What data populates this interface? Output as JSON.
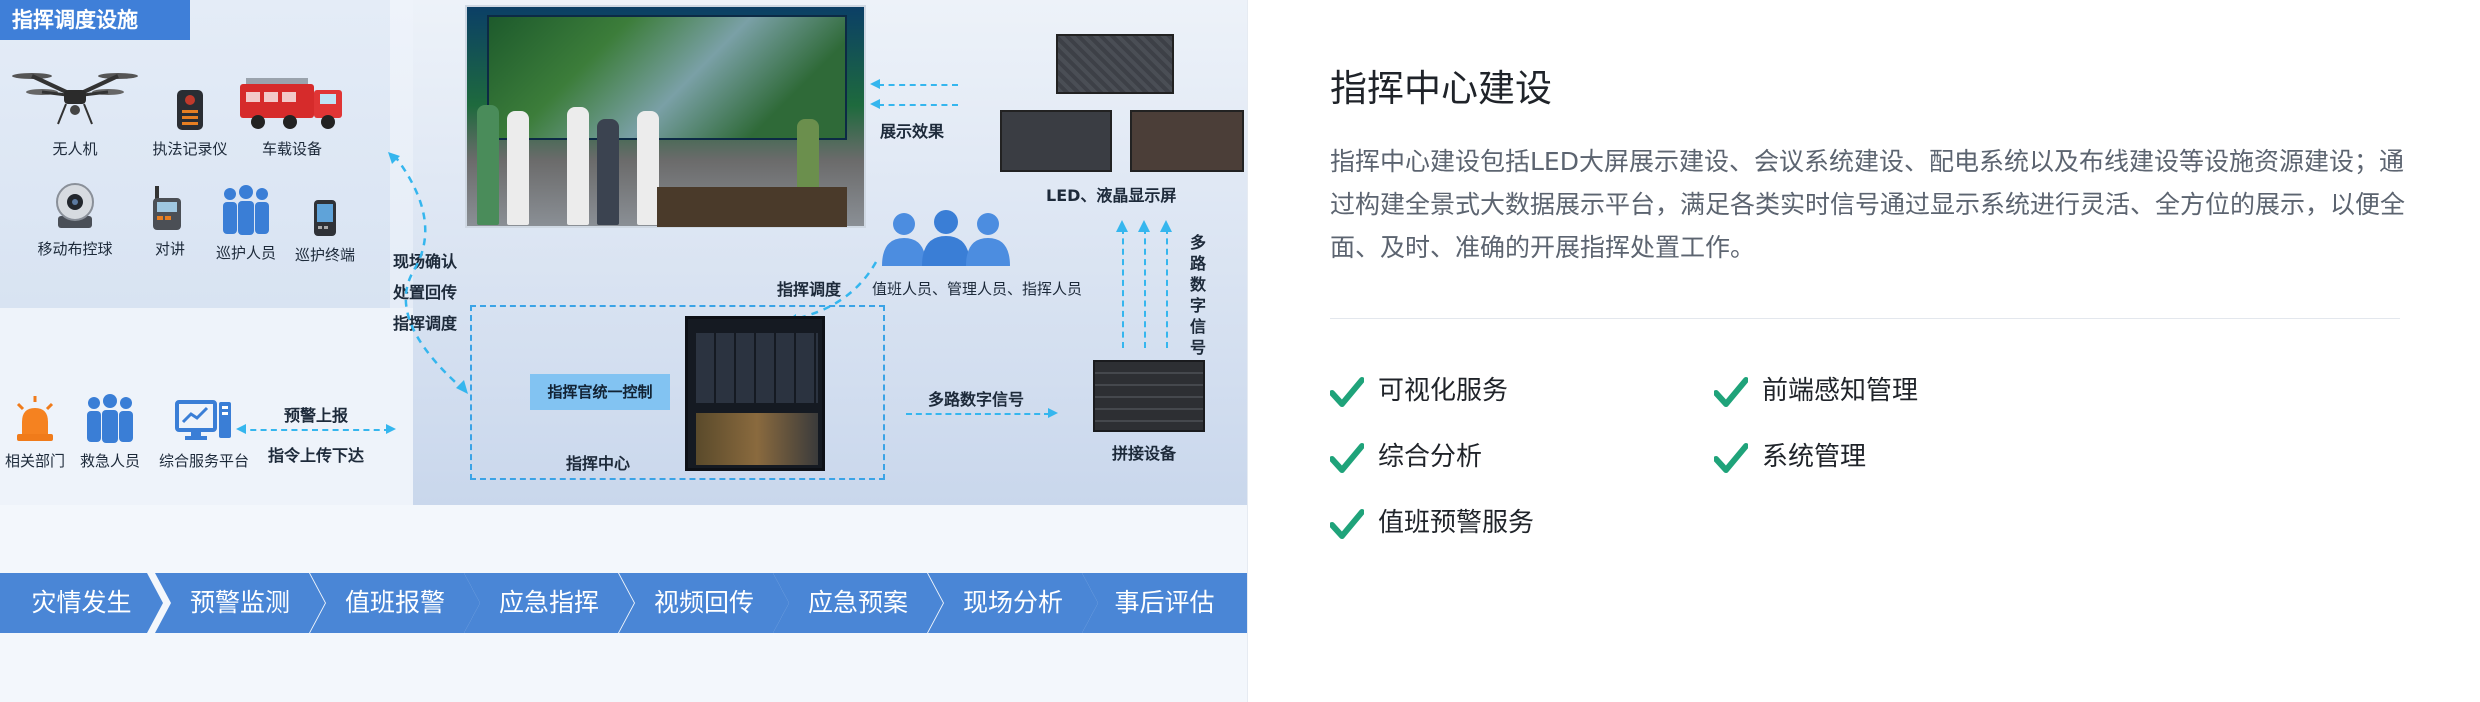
{
  "diagram": {
    "section_title": "指挥调度设施",
    "facilities": [
      {
        "label": "无人机",
        "icon": "drone-icon"
      },
      {
        "label": "执法记录仪",
        "icon": "body-camera-icon"
      },
      {
        "label": "车载设备",
        "icon": "fire-truck-icon"
      },
      {
        "label": "移动布控球",
        "icon": "ptz-camera-icon"
      },
      {
        "label": "对讲",
        "icon": "walkie-talkie-icon"
      },
      {
        "label": "巡护人员",
        "icon": "patrol-people-icon"
      },
      {
        "label": "巡护终端",
        "icon": "handheld-terminal-icon"
      }
    ],
    "feedback_labels": [
      "现场确认",
      "处置回传",
      "指挥调度"
    ],
    "bottom_left": [
      {
        "label": "相关部门",
        "icon": "alarm-light-icon"
      },
      {
        "label": "救急人员",
        "icon": "rescue-people-icon"
      },
      {
        "label": "综合服务平台",
        "icon": "service-platform-icon"
      }
    ],
    "warning_report": "预警上报",
    "command_upload": "指令上传下达",
    "display_effect": "展示效果",
    "led_label": "LED、液晶显示屏",
    "staff_label": "值班人员、管理人员、指挥人员",
    "dispatch_label": "指挥调度",
    "unified_control": "指挥官统一控制",
    "command_center": "指挥中心",
    "multi_signal": "多路数字信号",
    "multi_signal_vertical": "多路数字信号",
    "splice_device": "拼接设备"
  },
  "process_steps": [
    "灾情发生",
    "预警监测",
    "值班报警",
    "应急指挥",
    "视频回传",
    "应急预案",
    "现场分析",
    "事后评估"
  ],
  "card": {
    "title": "指挥中心建设",
    "description": "指挥中心建设包括LED大屏展示建设、会议系统建设、配电系统以及布线建设等设施资源建设；通过构建全景式大数据展示平台，满足各类实时信号通过显示系统进行灵活、全方位的展示，以便全面、及时、准确的开展指挥处置工作。",
    "features": [
      "可视化服务",
      "前端感知管理",
      "综合分析",
      "系统管理",
      "值班预警服务"
    ]
  },
  "colors": {
    "accent": "#3f7fd8",
    "check": "#1fa37a",
    "step": "#4a86d6",
    "dashed": "#35b6ee"
  }
}
